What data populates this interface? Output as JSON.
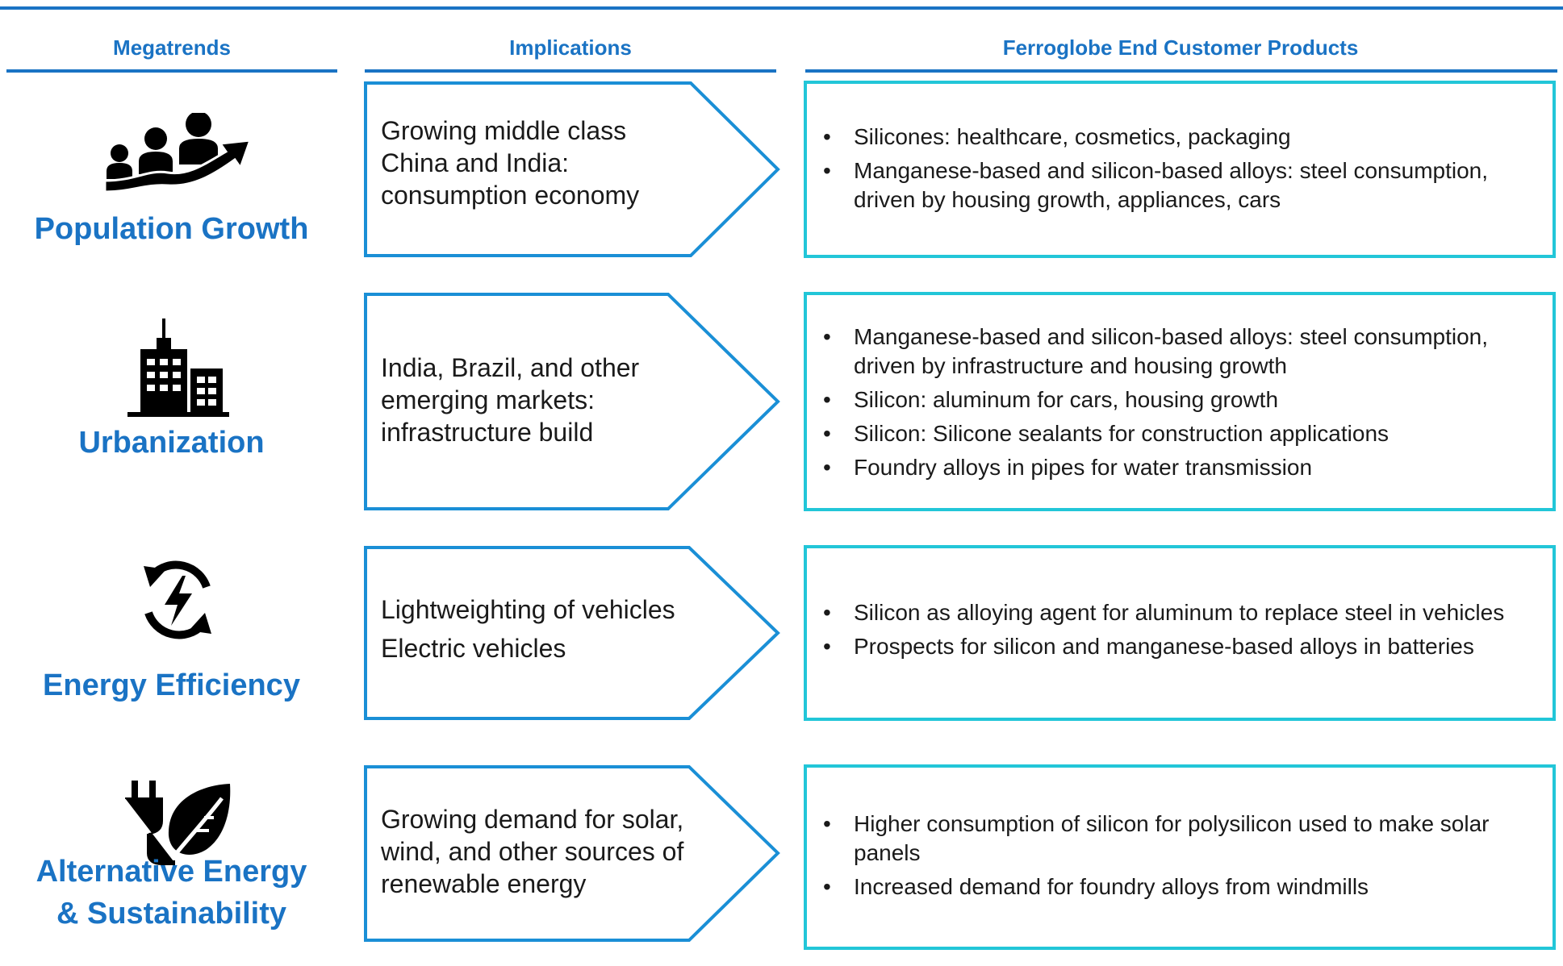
{
  "headers": {
    "megatrends": "Megatrends",
    "implications": "Implications",
    "products": "Ferroglobe End Customer Products"
  },
  "colors": {
    "accent_blue": "#1a73c4",
    "box_border": "#22c6d8",
    "text": "#1a1a1a"
  },
  "rows": [
    {
      "megatrend": "Population Growth",
      "icon": "population-growth-icon",
      "implications": [
        "Growing middle class",
        "China and India:",
        "consumption economy"
      ],
      "products": [
        "Silicones: healthcare, cosmetics, packaging",
        "Manganese-based and silicon-based alloys: steel consumption, driven by housing growth, appliances, cars"
      ]
    },
    {
      "megatrend": "Urbanization",
      "icon": "city-buildings-icon",
      "implications": [
        "India, Brazil, and other",
        "emerging markets:",
        "infrastructure build"
      ],
      "products": [
        "Manganese-based and silicon-based alloys: steel consumption, driven by infrastructure and housing growth",
        "Silicon: aluminum for cars, housing growth",
        "Silicon: Silicone sealants for construction applications",
        "Foundry alloys in pipes for water transmission"
      ]
    },
    {
      "megatrend": "Energy Efficiency",
      "icon": "energy-cycle-icon",
      "implications": [
        "Lightweighting of vehicles",
        "Electric vehicles"
      ],
      "products": [
        "Silicon as alloying agent for aluminum to replace steel in vehicles",
        "Prospects for silicon and manganese-based alloys in batteries"
      ]
    },
    {
      "megatrend_line1": "Alternative Energy",
      "megatrend_line2": "& Sustainability",
      "icon": "plug-leaf-icon",
      "implications": [
        "Growing demand for solar,",
        "wind, and other sources of",
        "renewable energy"
      ],
      "products": [
        "Higher consumption of silicon for polysilicon used to make solar panels",
        "Increased demand for foundry alloys from windmills"
      ]
    }
  ]
}
